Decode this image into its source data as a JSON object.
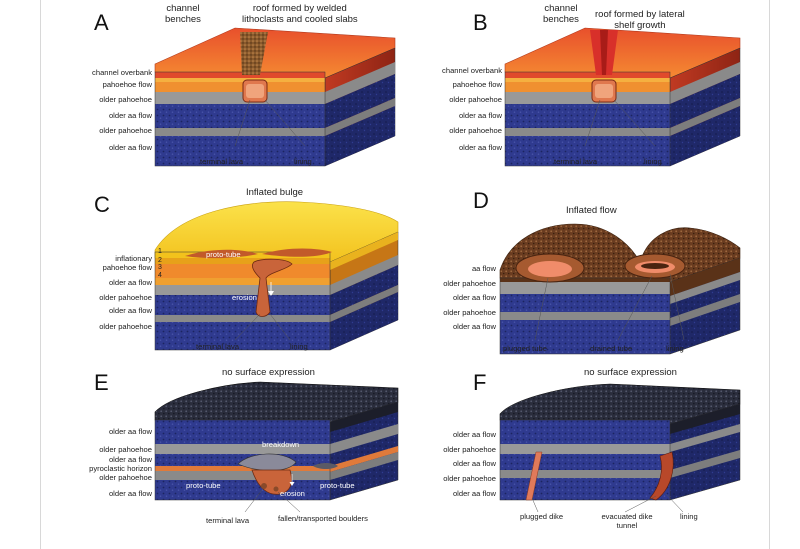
{
  "panels": {
    "A": {
      "letter": "A",
      "title_left_1": "channel",
      "title_left_2": "benches",
      "title_right_1": "roof formed by welded",
      "title_right_2": "lithoclasts and cooled slabs",
      "layers": [
        "channel overbank",
        "pahoehoe flow",
        "older pahoehoe",
        "older aa flow",
        "older pahoehoe",
        "older aa flow"
      ],
      "bottom": [
        "terminal lava",
        "lining"
      ]
    },
    "B": {
      "letter": "B",
      "title_left_1": "channel",
      "title_left_2": "benches",
      "title_right_1": "roof formed by lateral",
      "title_right_2": "shelf growth",
      "layers": [
        "channel overbank",
        "pahoehoe flow",
        "older pahoehoe",
        "older aa flow",
        "older pahoehoe",
        "older aa flow"
      ],
      "bottom": [
        "terminal lava",
        "lining"
      ]
    },
    "C": {
      "letter": "C",
      "title": "Inflated bulge",
      "layers": [
        "inflationary",
        "pahoehoe flow",
        "older aa flow",
        "older pahoehoe",
        "older aa flow",
        "older pahoehoe"
      ],
      "numbers": [
        "1",
        "2",
        "3",
        "4"
      ],
      "inner": [
        "proto-tube",
        "erosion"
      ],
      "bottom": [
        "terminal lava",
        "lining"
      ]
    },
    "D": {
      "letter": "D",
      "title": "Inflated flow",
      "layers": [
        "aa flow",
        "older pahoehoe",
        "older aa flow",
        "older pahoehoe",
        "older aa flow"
      ],
      "bottom": [
        "plugged tube",
        "drained tube",
        "lining"
      ]
    },
    "E": {
      "letter": "E",
      "title": "no surface expression",
      "layers": [
        "older aa flow",
        "older pahoehoe",
        "older aa flow",
        "pyroclastic horizon",
        "older pahoehoe",
        "older aa flow"
      ],
      "inner": [
        "breakdown",
        "proto-tube",
        "erosion",
        "proto-tube"
      ],
      "bottom": [
        "terminal lava",
        "fallen/transported boulders"
      ]
    },
    "F": {
      "letter": "F",
      "title": "no surface expression",
      "layers": [
        "older aa flow",
        "older pahoehoe",
        "older aa flow",
        "older pahoehoe",
        "older aa flow"
      ],
      "bottom": [
        "plugged dike",
        "evacuated dike",
        "tunnel",
        "lining"
      ]
    }
  },
  "colors": {
    "lava_red": "#d9452a",
    "lava_orange": "#f08a2c",
    "inflation_yellow": "#f5d22e",
    "pahoehoe_gray": "#8e8e8e",
    "aa_blue": "#2e3a8c",
    "aa_surface": "#2a2d3c",
    "aa_brown": "#6a3c20"
  }
}
